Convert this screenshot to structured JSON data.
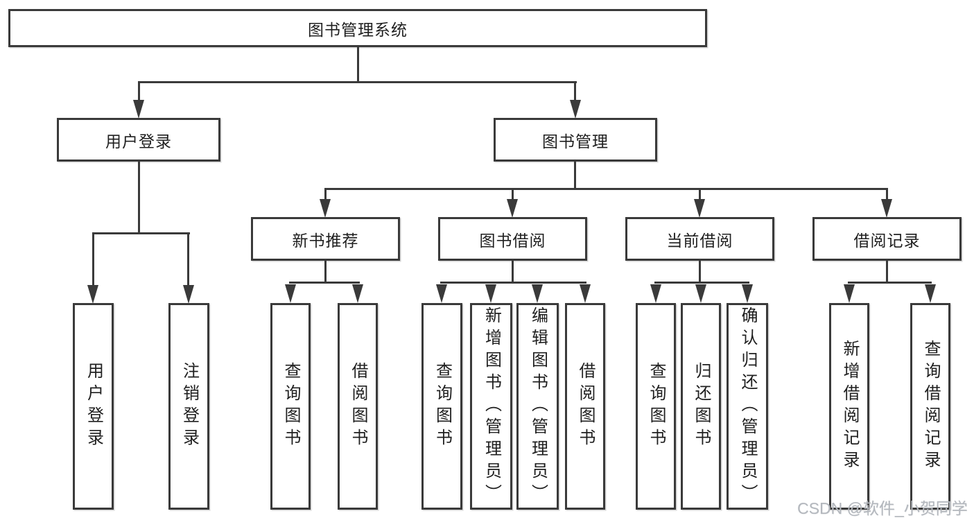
{
  "tree": {
    "root": {
      "label": "图书管理系统"
    },
    "branches": [
      {
        "label": "用户登录",
        "leaves": [
          "用户登录",
          "注销登录"
        ]
      },
      {
        "label": "图书管理",
        "groups": [
          {
            "label": "新书推荐",
            "leaves": [
              "查询图书",
              "借阅图书"
            ]
          },
          {
            "label": "图书借阅",
            "leaves": [
              "查询图书",
              "新增图书（管理员）",
              "编辑图书（管理员）",
              "借阅图书"
            ]
          },
          {
            "label": "当前借阅",
            "leaves": [
              "查询图书",
              "归还图书",
              "确认归还（管理员）"
            ]
          },
          {
            "label": "借阅记录",
            "leaves": [
              "新增借阅记录",
              "查询借阅记录"
            ]
          }
        ]
      }
    ]
  },
  "watermark": {
    "text": "CSDN @软件_小贺同学"
  },
  "colors": {
    "line": "#3a3a3a",
    "text": "#1f1f1f",
    "background": "#ffffff",
    "watermark": "#b4b8be"
  }
}
